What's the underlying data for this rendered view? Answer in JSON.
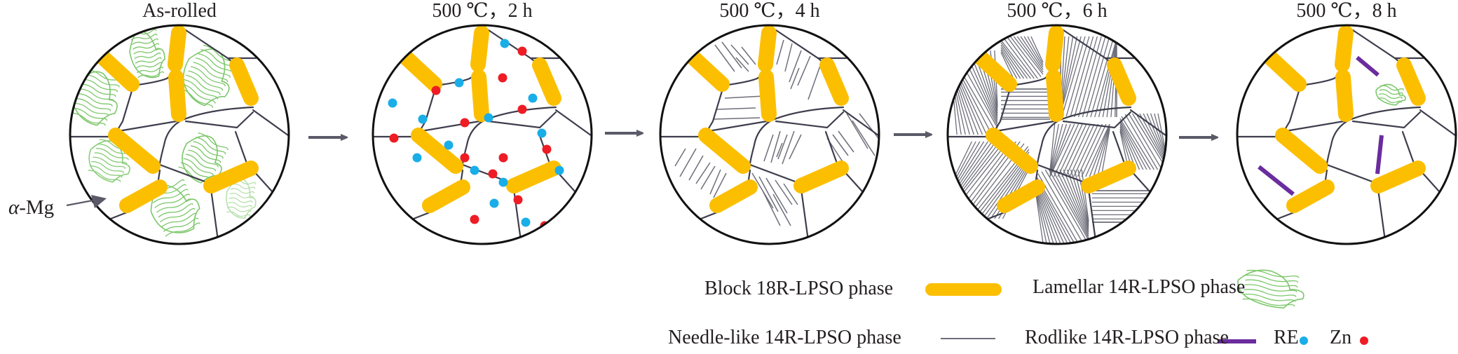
{
  "figure": {
    "panels": [
      {
        "id": "as-rolled",
        "title": "As-rolled",
        "state": "as-rolled",
        "features": [
          "block",
          "lamellar"
        ]
      },
      {
        "id": "t2h",
        "title": "500 ℃，2 h",
        "state": "2h",
        "features": [
          "block",
          "dots"
        ]
      },
      {
        "id": "t4h",
        "title": "500 ℃，4 h",
        "state": "4h",
        "features": [
          "block",
          "needles-sparse"
        ]
      },
      {
        "id": "t6h",
        "title": "500 ℃，6 h",
        "state": "6h",
        "features": [
          "block",
          "needles-dense"
        ]
      },
      {
        "id": "t8h",
        "title": "500 ℃，8 h",
        "state": "8h",
        "features": [
          "block",
          "rods",
          "lamellar-small"
        ]
      }
    ],
    "matrix_label": {
      "symbol": "α",
      "text": "-Mg"
    },
    "legend": {
      "block": "Block 18R-LPSO phase",
      "lamellar": "Lamellar 14R-LPSO phase",
      "needle": "Needle-like 14R-LPSO phase",
      "rod": "Rodlike 14R-LPSO phase",
      "re": "RE",
      "zn": "Zn"
    }
  },
  "colors": {
    "block": "#fcbf00",
    "lamellar": "#7cc76a",
    "needle": "#6e6e7a",
    "rod": "#6a2c9e",
    "re": "#1aaee8",
    "zn": "#ee1c24",
    "grain_boundary": "#3d3d4d",
    "circle": "#111111",
    "arrow": "#5a5a68"
  }
}
